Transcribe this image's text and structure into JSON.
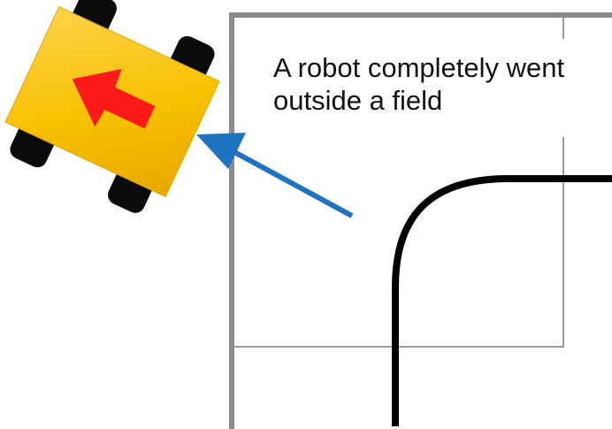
{
  "caption": {
    "line1": "A robot completely went",
    "line2": "outside a field"
  },
  "colors": {
    "field_border": "#8a8a8a",
    "track_line": "#000000",
    "arrow": "#1f74c2",
    "robot_body": "#f7c100",
    "robot_body_light": "#ffd24a",
    "robot_arrow": "#ff1a1a",
    "wheels": "#0a0a0a"
  },
  "icons": {
    "robot": "robot-icon",
    "direction_arrow": "left-arrow-icon",
    "pointer_arrow": "pointer-arrow"
  }
}
